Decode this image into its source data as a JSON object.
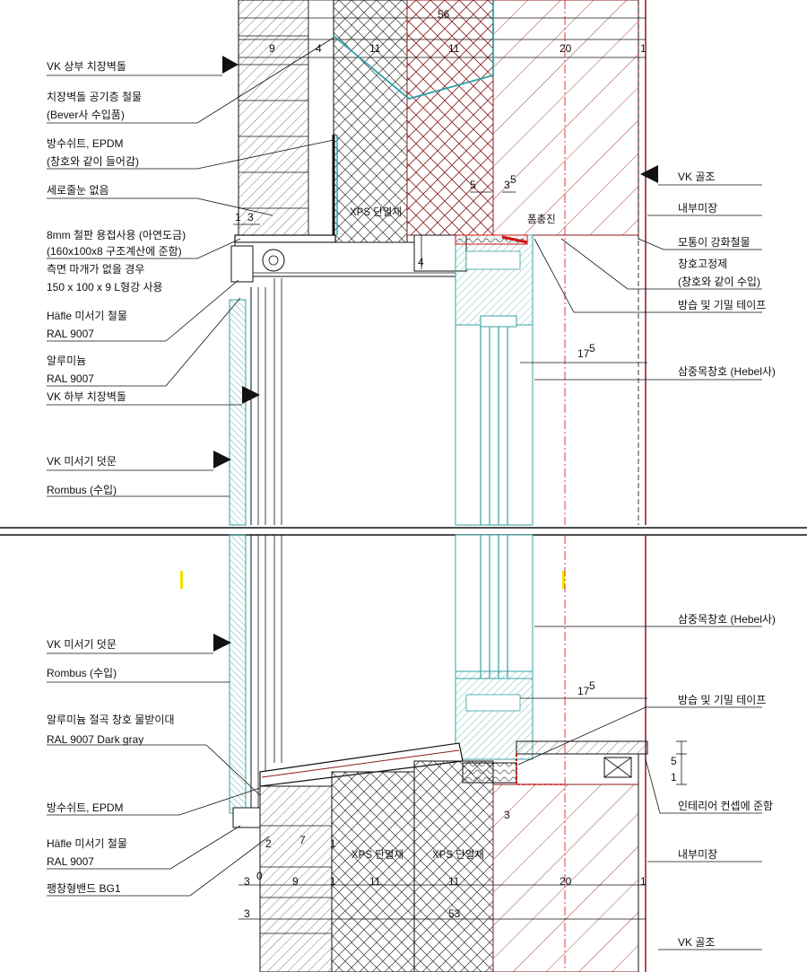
{
  "colors": {
    "line": "#111111",
    "brick_hatch": "#555555",
    "insulation_hatch": "#333333",
    "concrete_hatch": "#8b1a1a",
    "glass": "#3aa0a0",
    "membrane": "#2aa0a8",
    "red_tape": "#d01010",
    "highlight": "#f2e000"
  },
  "upper": {
    "labels_left": [
      "VK 상부 치장벽돌",
      "치장벽돌 공기층 철물",
      "(Bever사 수입품)",
      "방수쉬트, EPDM",
      "(창호와 같이 들어감)",
      "세로줄눈 없음",
      "8mm 철판 용접사용 (아연도금)",
      "(160x100x8 구조계산에 준함)",
      "측면 마개가 없을 경우",
      "150 x 100 x 9 L형강 사용",
      "Häfle 미서기 철물",
      "RAL 9007",
      "알루미늄",
      "RAL 9007",
      "VK 하부 치장벽돌",
      "VK 미서기 덧문",
      "Rombus (수입)"
    ],
    "labels_right": [
      "VK 골조",
      "내부미장",
      "모통이 강화철물",
      "창호고정제",
      "(창호와 같이 수입)",
      "방습 및 기밀 테이프",
      "삼중목창호 (Hebel사)"
    ],
    "materials": [
      "XPS 단열재",
      "폼충진"
    ],
    "dims_top": [
      "56",
      "9",
      "4",
      "11",
      "11",
      "20",
      "1"
    ],
    "dims_small": [
      "5",
      "3",
      "5",
      "1",
      "3",
      "4"
    ],
    "dim_175": "17",
    "dim_175_sup": "5"
  },
  "lower": {
    "labels_left": [
      "VK 미서기 덧문",
      "Rombus (수입)",
      "알루미늄 절곡 창호 물받이대",
      "RAL 9007 Dark gray",
      "방수쉬트, EPDM",
      "Häfle 미서기 철물",
      "RAL 9007",
      "팽창형밴드 BG1"
    ],
    "labels_right": [
      "삼중목창호 (Hebel사)",
      "방습 및 기밀 테이프",
      "인테리어 컨셉에 준함",
      "내부미장",
      "VK 골조"
    ],
    "materials": [
      "XPS 단열재",
      "XPS 단열재"
    ],
    "dims_bottom": [
      "3",
      "0",
      "9",
      "1",
      "11",
      "11",
      "20",
      "1",
      "3",
      "53",
      "2",
      "7",
      "1",
      "3",
      "5",
      "1"
    ],
    "dim_175": "17",
    "dim_175_sup": "5"
  }
}
